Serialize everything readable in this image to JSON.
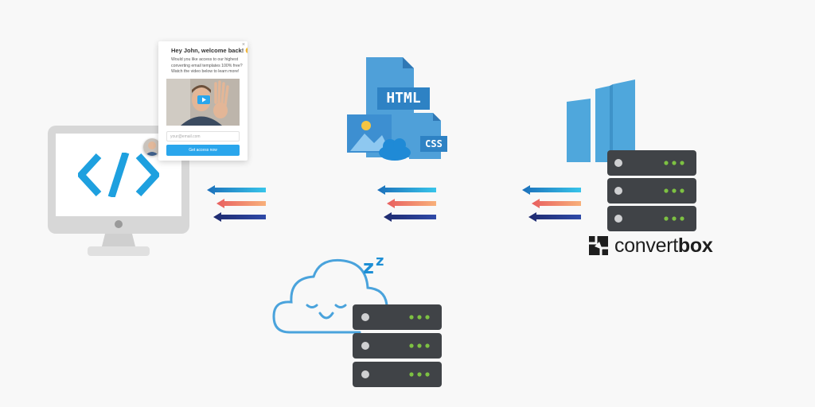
{
  "popup": {
    "title": "Hey John, welcome back!",
    "title_emoji": "😊",
    "body": "Would you like access to our highest converting email templates 100% free? Watch the video below to learn more!",
    "email_placeholder": "your@email.com",
    "cta_label": "Get access now",
    "close_glyph": "×"
  },
  "html_badge": "HTML",
  "css_badge": "CSS",
  "sleep_text": "z z",
  "brand": {
    "name_light": "convert",
    "name_bold": "box"
  },
  "colors": {
    "blue": "#2aa6ec",
    "dark_blue": "#1b6fba",
    "orange": "#f59a6a",
    "navy": "#2a3a84",
    "server": "#3f4246",
    "server_light": "#4d5054",
    "led": "#7dc142",
    "monitor": "#d6d6d6"
  },
  "icons": [
    "code-icon",
    "play-icon",
    "image-icon",
    "cloud-icon",
    "server-icon",
    "buildings-icon",
    "arrow-left-icon",
    "sleeping-cloud-icon",
    "convertbox-logo-icon"
  ]
}
